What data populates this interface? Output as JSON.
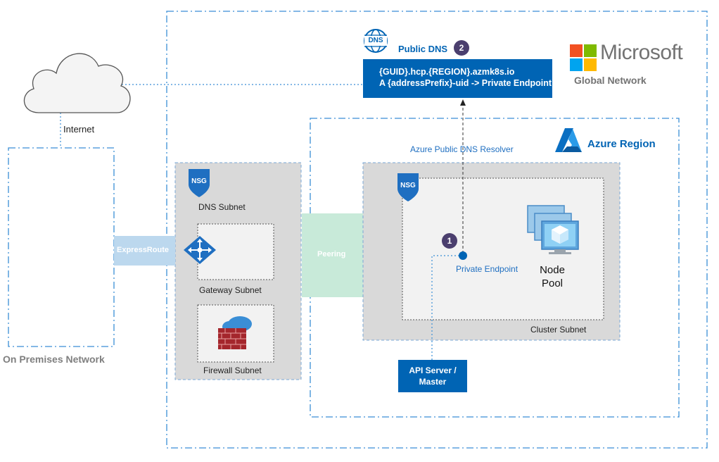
{
  "public_dns": {
    "title": "Public DNS",
    "badge": "2",
    "icon_text": "DNS",
    "record_line1": "{GUID}.hcp.{REGION}.azmk8s.io",
    "record_line2": "A {addressPrefix}-uid -> Private Endpoint"
  },
  "microsoft": {
    "name": "Microsoft",
    "subtitle": "Global Network",
    "logo_colors": [
      "#f25022",
      "#7fba00",
      "#00a4ef",
      "#ffb900"
    ]
  },
  "internet": {
    "label": "Internet"
  },
  "on_premises": {
    "label": "On Premises Network"
  },
  "expressroute": {
    "label": "ExpressRoute"
  },
  "peering": {
    "label": "Peering"
  },
  "hub": {
    "nsg_text": "NSG",
    "dns_subnet": "DNS Subnet",
    "gateway_subnet": "Gateway Subnet",
    "firewall_subnet": "Firewall Subnet"
  },
  "azure_region": {
    "title": "Azure Region",
    "resolver": "Azure Public DNS Resolver"
  },
  "cluster": {
    "nsg_text": "NSG",
    "badge": "1",
    "private_endpoint": "Private Endpoint",
    "node_pool_line1": "Node",
    "node_pool_line2": "Pool",
    "subnet_label": "Cluster Subnet"
  },
  "api_server": {
    "line1": "API Server /",
    "line2": "Master"
  },
  "colors": {
    "azure_blue": "#0064b4",
    "dash_blue": "#3a8ed6",
    "badge_purple": "#4b3f6e",
    "subnet_gray": "#d9d9d9",
    "peering_green": "#c8ead9",
    "expressroute_blue": "#bcd8ee"
  }
}
